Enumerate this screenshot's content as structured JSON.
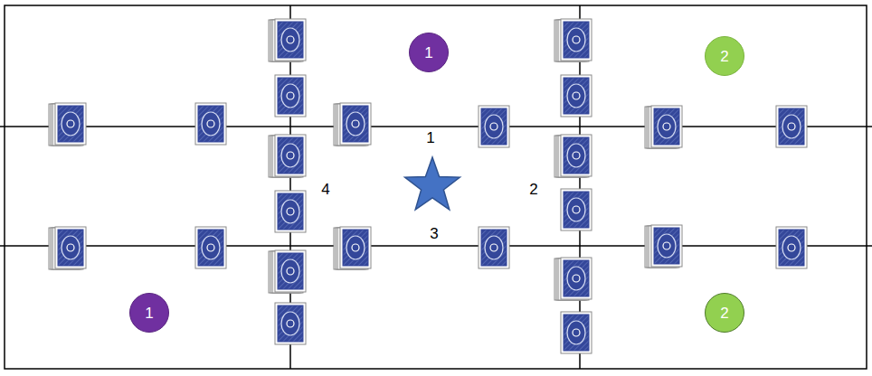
{
  "diagram": {
    "nodes": [
      {
        "text": [
          "1"
        ]
      },
      {
        "text": [
          "2"
        ]
      },
      {
        "text": [
          "1"
        ]
      },
      {
        "text": [
          "2"
        ]
      }
    ],
    "labels": [
      "1",
      "4",
      "2",
      "3"
    ]
  }
}
